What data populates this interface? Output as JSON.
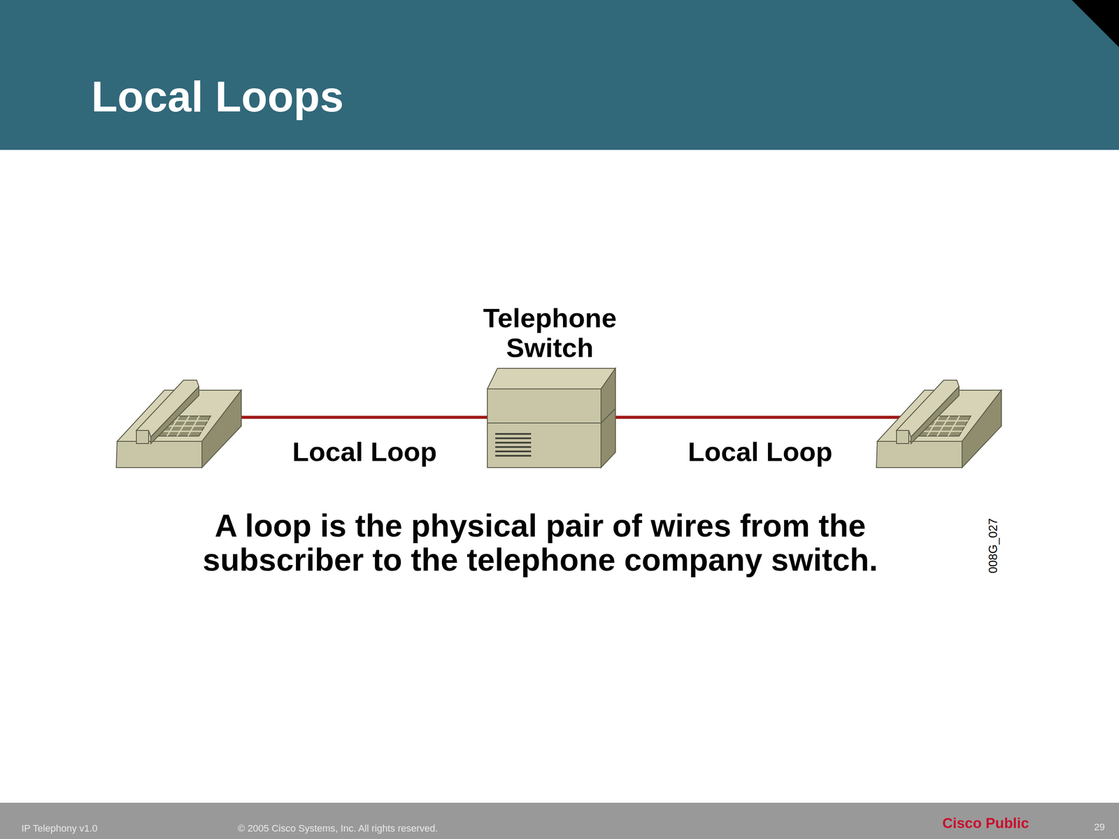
{
  "diagram": {
    "title": "Local Loops",
    "caption": "A loop is the physical pair of wires from the subscriber to the telephone company switch.",
    "nodes": [
      {
        "text": [
          "Telephone Switch"
        ]
      }
    ],
    "labels": [
      "Local Loop",
      "Local Loop",
      "008G_027",
      "IP Telephony v1.0",
      "© 2005 Cisco Systems, Inc. All rights reserved.",
      "Cisco Public",
      "29"
    ]
  }
}
